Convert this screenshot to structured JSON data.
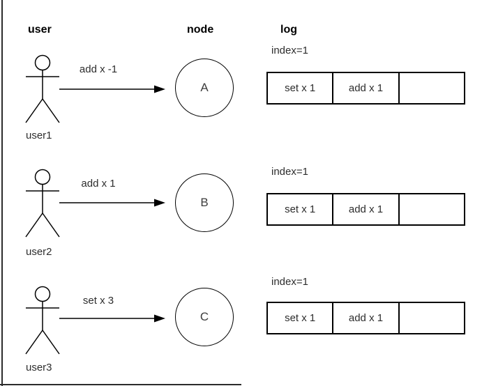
{
  "page": {
    "background": "#ffffff",
    "edge_color": "#2b2b2b",
    "stroke_color": "#000000",
    "text_color": "#2d2d2d"
  },
  "headers": {
    "user": "user",
    "node": "node",
    "log": "log"
  },
  "rows": [
    {
      "user": "user1",
      "command": "add x -1",
      "node": "A",
      "log_index": "index=1",
      "log_cells": [
        "set x 1",
        "add x 1",
        ""
      ]
    },
    {
      "user": "user2",
      "command": "add x 1",
      "node": "B",
      "log_index": "index=1",
      "log_cells": [
        "set x 1",
        "add x 1",
        ""
      ]
    },
    {
      "user": "user3",
      "command": "set x 3",
      "node": "C",
      "log_index": "index=1",
      "log_cells": [
        "set x 1",
        "add x 1",
        ""
      ]
    }
  ],
  "icons": {
    "actor": "stick-figure",
    "arrow": "right-arrow"
  }
}
